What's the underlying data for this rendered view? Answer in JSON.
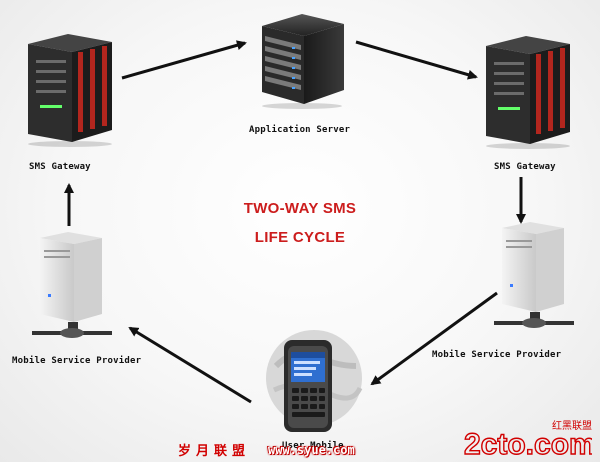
{
  "diagram": {
    "title_line1": "TWO-WAY SMS",
    "title_line2": "LIFE CYCLE",
    "nodes": {
      "application_server": "Application Server",
      "sms_gateway_left": "SMS Gateway",
      "sms_gateway_right": "SMS Gateway",
      "provider_left": "Mobile Service Provider",
      "provider_right": "Mobile Service Provider",
      "user_mobile": "User Mobile"
    }
  },
  "watermark": {
    "chinese": "岁月联盟",
    "url": "www.syue.com",
    "logo": "2cto.com",
    "logo_cn": "红黑联盟"
  },
  "colors": {
    "title": "#cc1d1d",
    "arrow": "#111111",
    "watermark": "#d10000"
  }
}
